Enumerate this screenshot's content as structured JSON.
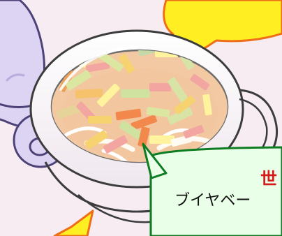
{
  "caption": {
    "title": "世",
    "body": "ブイヤベー"
  },
  "colors": {
    "background": "#f6ecf1",
    "speech_bubble_fill": "#ffef22",
    "speech_bubble_stroke": "#f06d1a",
    "green_bubble_fill": "#e9ffe8",
    "green_bubble_stroke": "#0e7c22",
    "caption_red": "#d61a1a",
    "cup_outline": "#3c3c3c",
    "soup_fill": "#f3c9a3",
    "character_fill": "#ddd3f2",
    "character_stroke": "#4d4278"
  },
  "icons": {
    "soup": "soup-cup",
    "character": "bunny-character",
    "bubble": "speech-bubble"
  }
}
